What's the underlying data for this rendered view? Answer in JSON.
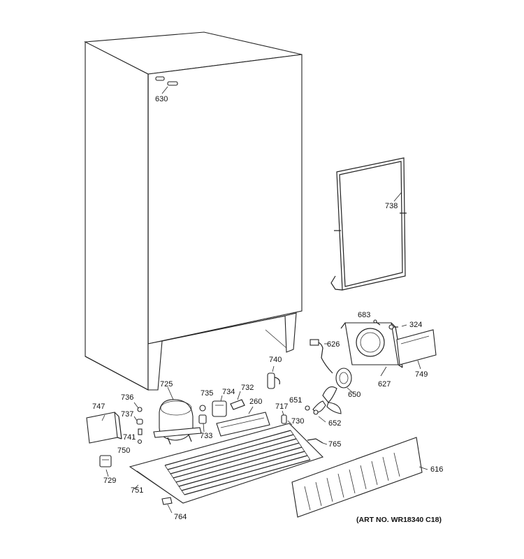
{
  "diagram": {
    "art_number": "(ART NO. WR18340 C18)",
    "part_numbers": {
      "p630": "630",
      "p738": "738",
      "p683": "683",
      "p324": "324",
      "p626": "626",
      "p740": "740",
      "p627": "627",
      "p749": "749",
      "p650": "650",
      "p725": "725",
      "p735": "735",
      "p734": "734",
      "p732": "732",
      "p736": "736",
      "p747": "747",
      "p737": "737",
      "p260": "260",
      "p717": "717",
      "p651": "651",
      "p730": "730",
      "p652": "652",
      "p741": "741",
      "p733": "733",
      "p765": "765",
      "p750": "750",
      "p616": "616",
      "p729": "729",
      "p751": "751",
      "p764": "764"
    }
  }
}
